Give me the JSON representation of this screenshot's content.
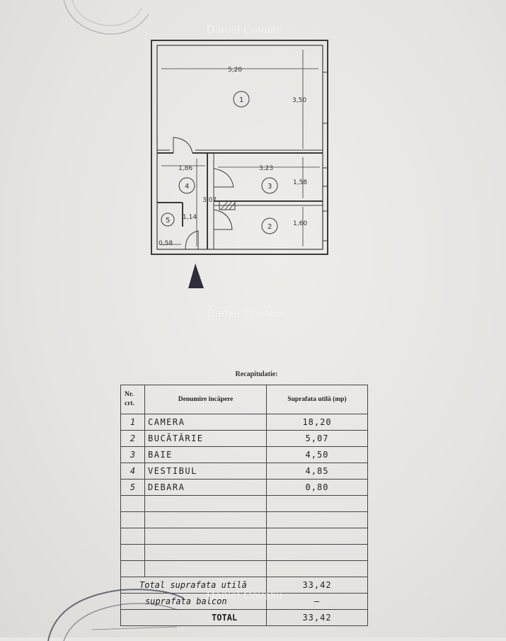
{
  "watermark": "Daniel Covaliu",
  "plan": {
    "dims": {
      "d1": "5,20",
      "d2": "3,50",
      "d3": "1,86",
      "d4": "3,23",
      "d5": "1,58",
      "d6": "1,60",
      "d7": "3,07",
      "d8": "1,14",
      "d9": "0,58"
    },
    "rooms": [
      "1",
      "2",
      "3",
      "4",
      "5"
    ]
  },
  "recap": {
    "title": "Recapitulatie:",
    "headers": {
      "nr": "Nr. crt.",
      "name": "Denumire încăpere",
      "area": "Suprafata utilă (mp)"
    },
    "rows": [
      {
        "nr": "1",
        "name": "CAMERA",
        "area": "18,20"
      },
      {
        "nr": "2",
        "name": "BUCĂTĂRIE",
        "area": "5,07"
      },
      {
        "nr": "3",
        "name": "BAIE",
        "area": "4,50"
      },
      {
        "nr": "4",
        "name": "VESTIBUL",
        "area": "4,85"
      },
      {
        "nr": "5",
        "name": "DEBARA",
        "area": "0,80"
      }
    ],
    "totals": {
      "total_label": "Total suprafata utilă",
      "total_value": "33,42",
      "balcon_label": "suprafata balcon",
      "balcon_value": "—",
      "grand_label": "TOTAL",
      "grand_value": "33,42"
    }
  }
}
